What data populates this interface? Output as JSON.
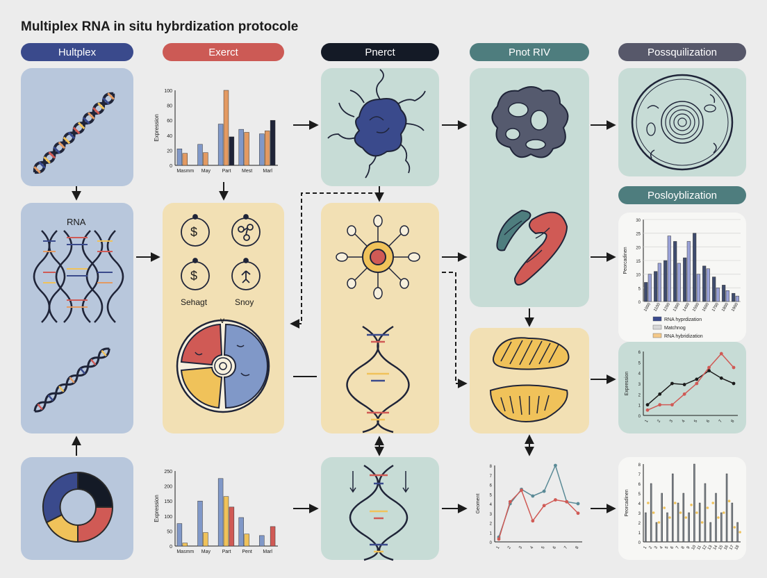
{
  "title": "Multiplex RNA in situ hybrdization protocole",
  "headers": [
    {
      "label": "Hultplex",
      "color": "#3a4a8c"
    },
    {
      "label": "Exerct",
      "color": "#cc5a55"
    },
    {
      "label": "Pnerct",
      "color": "#141a26"
    },
    {
      "label": "Pnot RIV",
      "color": "#4e7d7e"
    },
    {
      "label": "Possquilization",
      "color": "#57586a"
    }
  ],
  "header_mid": {
    "label": "Posloyblization",
    "color": "#4e7d7e"
  },
  "col1": {
    "rna_label": "RNA"
  },
  "col2": {
    "symbol_labels": [
      "Sehagt",
      "Snoy"
    ],
    "symbol_glyph": "$",
    "chevron": "v"
  },
  "chart_data": [
    {
      "type": "bar",
      "ylabel": "Expression",
      "ytick_labels": [
        "0",
        "20",
        "40",
        "60",
        "80",
        "100"
      ],
      "ylim": [
        0,
        100
      ],
      "categories": [
        "Masmm",
        "May",
        "Part",
        "Mest",
        "Marl"
      ],
      "series": [
        {
          "values": [
            22,
            28,
            55,
            48,
            42
          ],
          "color": "#8098c8"
        },
        {
          "values": [
            16,
            17,
            100,
            44,
            46
          ],
          "color": "#e39a62"
        },
        {
          "values": [
            0,
            0,
            38,
            0,
            60
          ],
          "color": "#1f2438"
        }
      ]
    },
    {
      "type": "bar",
      "ylabel": "Expression",
      "ytick_labels": [
        "0",
        "50",
        "100",
        "150",
        "200",
        "250"
      ],
      "ylim": [
        0,
        250
      ],
      "categories": [
        "Masmm",
        "May",
        "Part",
        "Pent",
        "Marl"
      ],
      "series": [
        {
          "values": [
            75,
            150,
            225,
            95,
            35
          ],
          "color": "#8098c8"
        },
        {
          "values": [
            10,
            45,
            165,
            40,
            0
          ],
          "color": "#f0c25a"
        },
        {
          "values": [
            0,
            0,
            130,
            0,
            65
          ],
          "color": "#d05a55"
        }
      ]
    },
    {
      "type": "bar",
      "ylabel": "Peorcadinen",
      "ytick_labels": [
        "0",
        "5",
        "10",
        "15",
        "20",
        "25",
        "30"
      ],
      "ylim": [
        0,
        30
      ],
      "categories": [
        "1000",
        "1100",
        "1200",
        "1300",
        "1400",
        "1500",
        "1600",
        "1700",
        "1800",
        "1900"
      ],
      "series": [
        {
          "values": [
            7,
            11,
            15,
            22,
            16,
            25,
            13,
            9,
            6,
            3
          ],
          "color": "#3f4c6e"
        },
        {
          "values": [
            10,
            14,
            24,
            14,
            22,
            10,
            12,
            5,
            4,
            2
          ],
          "color": "#9aa2d8"
        }
      ],
      "legend": [
        "RNA hyprdization",
        "Matchnog",
        "RNA hybridization"
      ],
      "legend_colors": [
        "#3a4a8c",
        "#d8d8d8",
        "#f4c98a"
      ]
    },
    {
      "type": "line",
      "ylabel": "Expression",
      "x": [
        "1",
        "2",
        "3",
        "4",
        "5",
        "6",
        "7",
        "8"
      ],
      "ytick_labels": [
        "0",
        "1",
        "2",
        "3",
        "4",
        "5",
        "6"
      ],
      "ylim": [
        0,
        6
      ],
      "series": [
        {
          "values": [
            1,
            2,
            3,
            2.9,
            3.4,
            4.2,
            3.5,
            3
          ],
          "color": "#1b1b1b"
        },
        {
          "values": [
            0.5,
            1,
            1,
            2,
            3,
            4.5,
            5.8,
            4.5
          ],
          "color": "#d05a55"
        }
      ]
    },
    {
      "type": "line",
      "ylabel": "Geoment",
      "x": [
        "1",
        "2",
        "3",
        "4",
        "5",
        "6",
        "7",
        "8"
      ],
      "ytick_labels": [
        "0",
        "1",
        "2",
        "3",
        "4",
        "5",
        "6",
        "7",
        "8"
      ],
      "ylim": [
        0,
        8
      ],
      "series": [
        {
          "values": [
            0.5,
            4,
            5.5,
            4.8,
            5.3,
            8,
            4.2,
            4
          ],
          "color": "#5a8a96"
        },
        {
          "values": [
            0.3,
            4.2,
            5.4,
            2.2,
            3.8,
            4.4,
            4.2,
            3
          ],
          "color": "#d05a55"
        }
      ]
    },
    {
      "type": "bar",
      "ylabel": "Peorcadinen",
      "ytick_labels": [
        "0",
        "1",
        "2",
        "3",
        "4",
        "5",
        "6",
        "7",
        "8"
      ],
      "ylim": [
        0,
        8
      ],
      "categories": [
        "1",
        "2",
        "3",
        "4",
        "5",
        "6",
        "7",
        "8",
        "9",
        "10",
        "11",
        "12",
        "13",
        "14",
        "15",
        "16",
        "17",
        "18"
      ],
      "series": [
        {
          "values": [
            3,
            6,
            2,
            5,
            3,
            7,
            4,
            5,
            3,
            8,
            4,
            6,
            2,
            5,
            3,
            7,
            4,
            2
          ],
          "color": "#7e868f"
        }
      ],
      "points": [
        4,
        3,
        2,
        3.5,
        2.5,
        4,
        3,
        2.5,
        3.8,
        3,
        2,
        3.5,
        4,
        2.5,
        3,
        4.2,
        1.5,
        1
      ],
      "points_color": "#f0c25a"
    }
  ]
}
